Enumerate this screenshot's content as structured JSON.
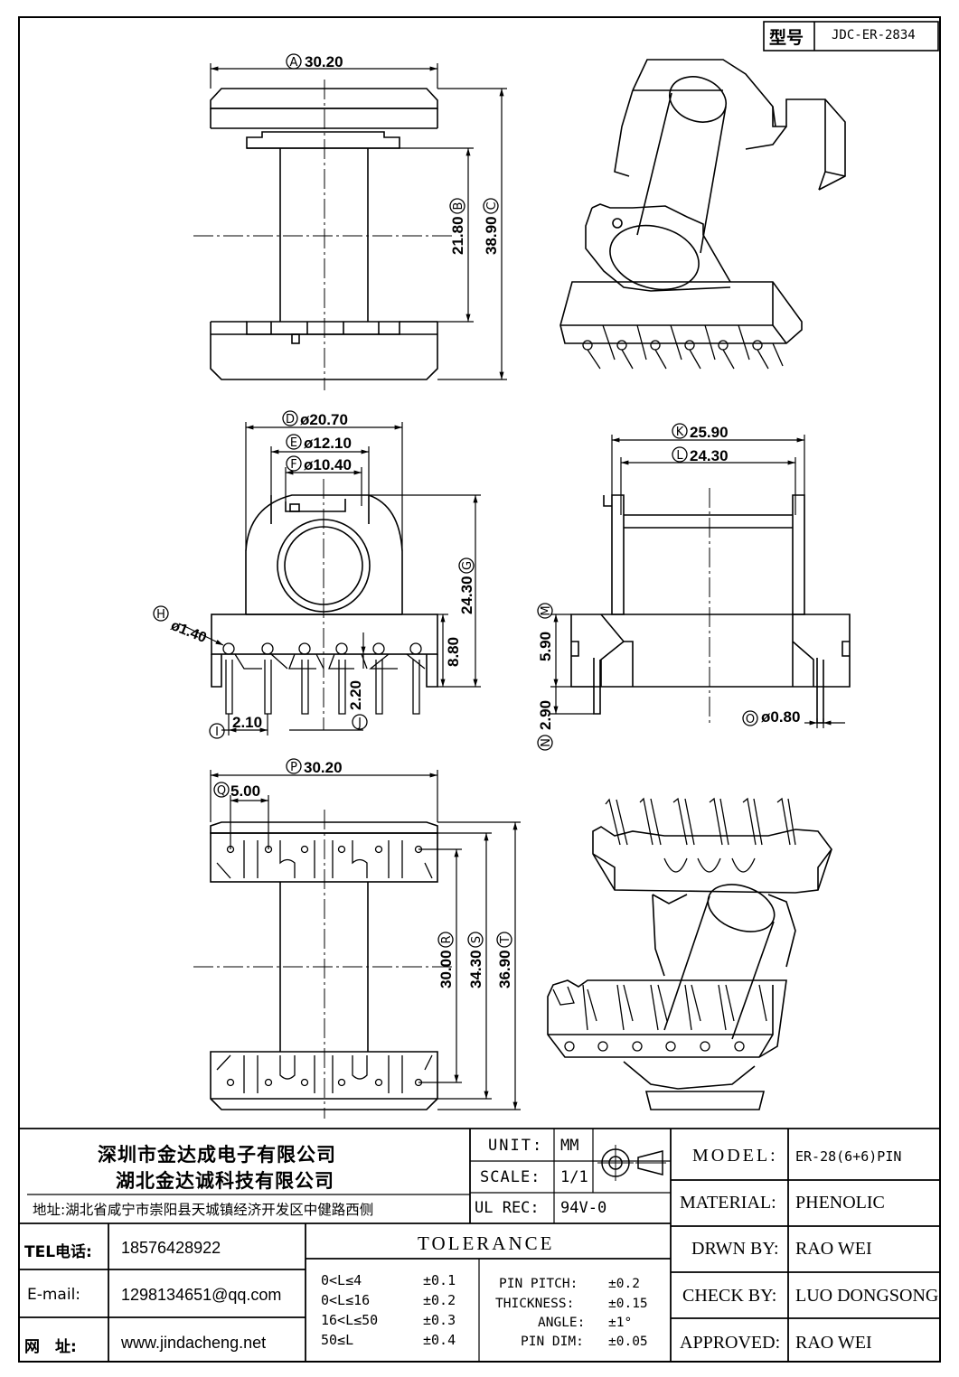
{
  "model_box": {
    "label": "型号",
    "value": "JDC-ER-2834"
  },
  "dimensions": {
    "A": {
      "tag": "A",
      "value": "30.20"
    },
    "B": {
      "tag": "B",
      "value": "21.80"
    },
    "C": {
      "tag": "C",
      "value": "38.90"
    },
    "D": {
      "tag": "D",
      "value": "ø20.70"
    },
    "E": {
      "tag": "E",
      "value": "ø12.10"
    },
    "F": {
      "tag": "F",
      "value": "ø10.40"
    },
    "G": {
      "tag": "G",
      "value": "24.30"
    },
    "H": {
      "tag": "H",
      "value": "ø1.40"
    },
    "I": {
      "tag": "I",
      "value": "2.10"
    },
    "J": {
      "tag": "J",
      "value": "2.20"
    },
    "K": {
      "tag": "K",
      "value": "25.90"
    },
    "L": {
      "tag": "L",
      "value": "24.30"
    },
    "M": {
      "tag": "M",
      "value": "5.90"
    },
    "N": {
      "tag": "N",
      "value": "2.90"
    },
    "O": {
      "tag": "O",
      "value": "ø0.80"
    },
    "P": {
      "tag": "P",
      "value": "30.20"
    },
    "Q": {
      "tag": "Q",
      "value": "5.00"
    },
    "R": {
      "tag": "R",
      "value": "30.00"
    },
    "S": {
      "tag": "S",
      "value": "34.30"
    },
    "T": {
      "tag": "T",
      "value": "36.90"
    },
    "extra_880": "8.80"
  },
  "title_block": {
    "company1": "深圳市金达成电子有限公司",
    "company2": "湖北金达诚科技有限公司",
    "address": "地址:湖北省咸宁市崇阳县天城镇经济开发区中健路西侧",
    "tel_label": "TEL电话:",
    "tel": "18576428922",
    "email_label": "E-mail:",
    "email": "1298134651@qq.com",
    "web_label": "网　址:",
    "web": "www.jindacheng.net",
    "unit_label": "UNIT:",
    "unit": "MM",
    "scale_label": "SCALE:",
    "scale": "1/1",
    "ulrec_label": "UL REC:",
    "ulrec": "94V-0",
    "tolerance_label": "TOLERANCE",
    "tolerance_ranges": [
      {
        "range": "0<L≤4",
        "tol": "±0.1"
      },
      {
        "range": "0<L≤16",
        "tol": "±0.2"
      },
      {
        "range": "16<L≤50",
        "tol": "±0.3"
      },
      {
        "range": "50≤L",
        "tol": "±0.4"
      }
    ],
    "tolerance_specs": [
      {
        "name": "PIN PITCH:",
        "tol": "±0.2"
      },
      {
        "name": "THICKNESS:",
        "tol": "±0.15"
      },
      {
        "name": "ANGLE:",
        "tol": "±1°"
      },
      {
        "name": "PIN DIM:",
        "tol": "±0.05"
      }
    ],
    "model_label": "MODEL:",
    "model": "ER-28(6+6)PIN",
    "material_label": "MATERIAL:",
    "material": "PHENOLIC",
    "drawn_label": "DRWN BY:",
    "drawn": "RAO WEI",
    "check_label": "CHECK BY:",
    "check": "LUO DONGSONG",
    "approved_label": "APPROVED:",
    "approved": "RAO WEI"
  }
}
